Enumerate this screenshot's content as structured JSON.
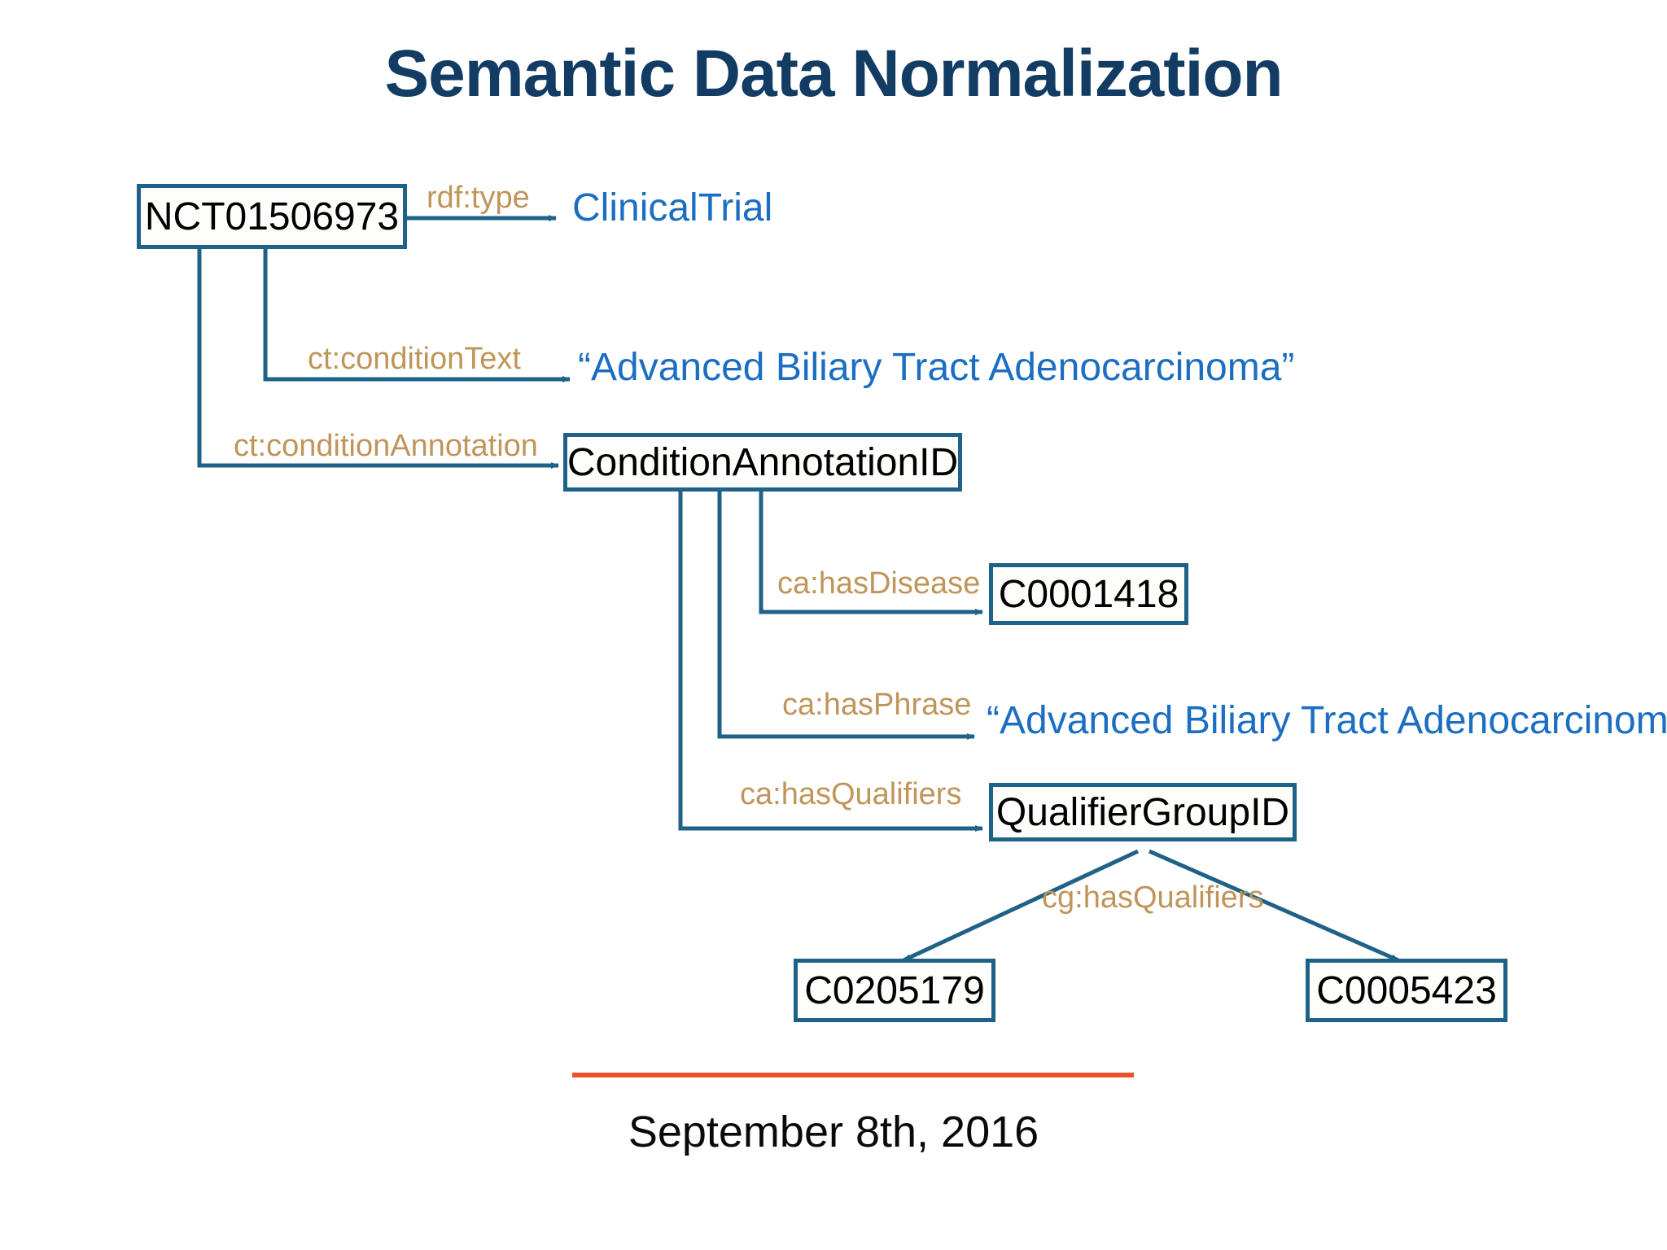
{
  "slide": {
    "title": "Semantic Data Normalization",
    "footer_date": "September 8th, 2016",
    "colors": {
      "title": "#123C63",
      "node_border": "#1F6287",
      "node_text": "#000000",
      "predicate": "#C0955A",
      "literal": "#1B6EC2",
      "edge": "#1F6287",
      "footer_rule": "#E8532B",
      "background": "#FFFFFF"
    }
  },
  "graph": {
    "nodes": [
      {
        "id": "trial",
        "label": "NCT01506973"
      },
      {
        "id": "annotation",
        "label": "ConditionAnnotationID"
      },
      {
        "id": "disease",
        "label": "C0001418"
      },
      {
        "id": "qualgroup",
        "label": "QualifierGroupID"
      },
      {
        "id": "qual1",
        "label": "C0205179"
      },
      {
        "id": "qual2",
        "label": "C0005423"
      }
    ],
    "literals": [
      {
        "id": "clinicaltrial",
        "label": "ClinicalTrial"
      },
      {
        "id": "conditiontext",
        "label": "“Advanced Biliary Tract Adenocarcinoma”"
      },
      {
        "id": "phrasetext",
        "label": "“Advanced Biliary Tract Adenocarcinoma”"
      }
    ],
    "edges": [
      {
        "id": "e1",
        "predicate": "rdf:type",
        "from": "trial",
        "to": "clinicaltrial"
      },
      {
        "id": "e2",
        "predicate": "ct:conditionText",
        "from": "trial",
        "to": "conditiontext"
      },
      {
        "id": "e3",
        "predicate": "ct:conditionAnnotation",
        "from": "trial",
        "to": "annotation"
      },
      {
        "id": "e4",
        "predicate": "ca:hasDisease",
        "from": "annotation",
        "to": "disease"
      },
      {
        "id": "e5",
        "predicate": "ca:hasPhrase",
        "from": "annotation",
        "to": "phrasetext"
      },
      {
        "id": "e6",
        "predicate": "ca:hasQualifiers",
        "from": "annotation",
        "to": "qualgroup"
      },
      {
        "id": "e7",
        "predicate": "cg:hasQualifiers",
        "from": "qualgroup",
        "to": "qual1"
      },
      {
        "id": "e8",
        "predicate": "cg:hasQualifiers",
        "from": "qualgroup",
        "to": "qual2"
      }
    ]
  }
}
